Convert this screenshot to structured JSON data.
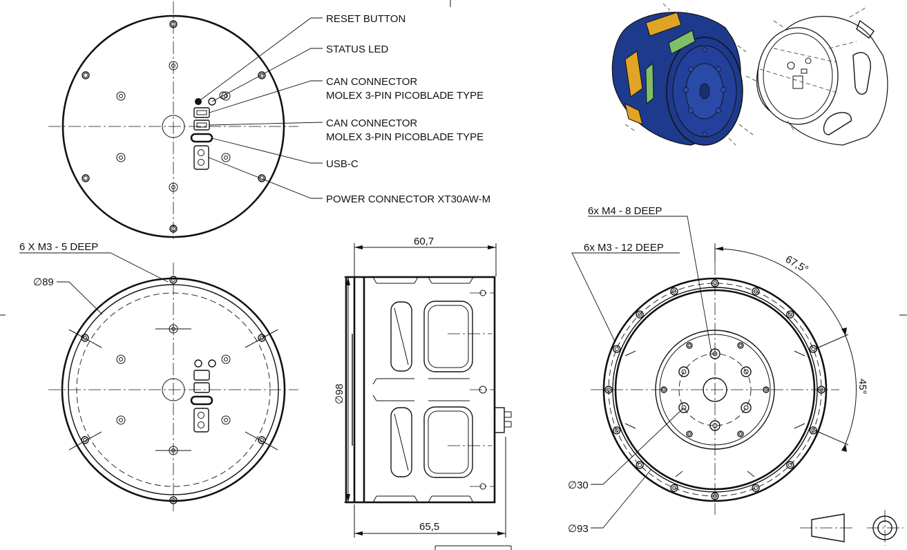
{
  "callouts": {
    "reset_button": "RESET BUTTON",
    "status_led": "STATUS LED",
    "can_connector_1_line1": "CAN CONNECTOR",
    "can_connector_1_line2": "MOLEX 3-PIN PICOBLADE TYPE",
    "can_connector_2_line1": "CAN CONNECTOR",
    "can_connector_2_line2": "MOLEX 3-PIN PICOBLADE TYPE",
    "usb_c": "USB-C",
    "power_connector": "POWER CONNECTOR XT30AW-M"
  },
  "bottom_left_view": {
    "thread_note": "6 X M3  - 5 DEEP",
    "diameter": "∅89"
  },
  "side_view": {
    "width_top": "60,7",
    "width_bottom": "65,5",
    "height": "∅98"
  },
  "right_view": {
    "note_m4": "6x   M4  - 8 DEEP",
    "note_m3": "6x   M3   - 12 DEEP",
    "angle_1": "67,5°",
    "angle_2": "45°",
    "dia_30": "∅30",
    "dia_93": "∅93"
  },
  "colors": {
    "line": "#111111",
    "iso_body": "#1e3a8c",
    "iso_window": "#e0a526",
    "iso_accent": "#7fbf6a"
  }
}
